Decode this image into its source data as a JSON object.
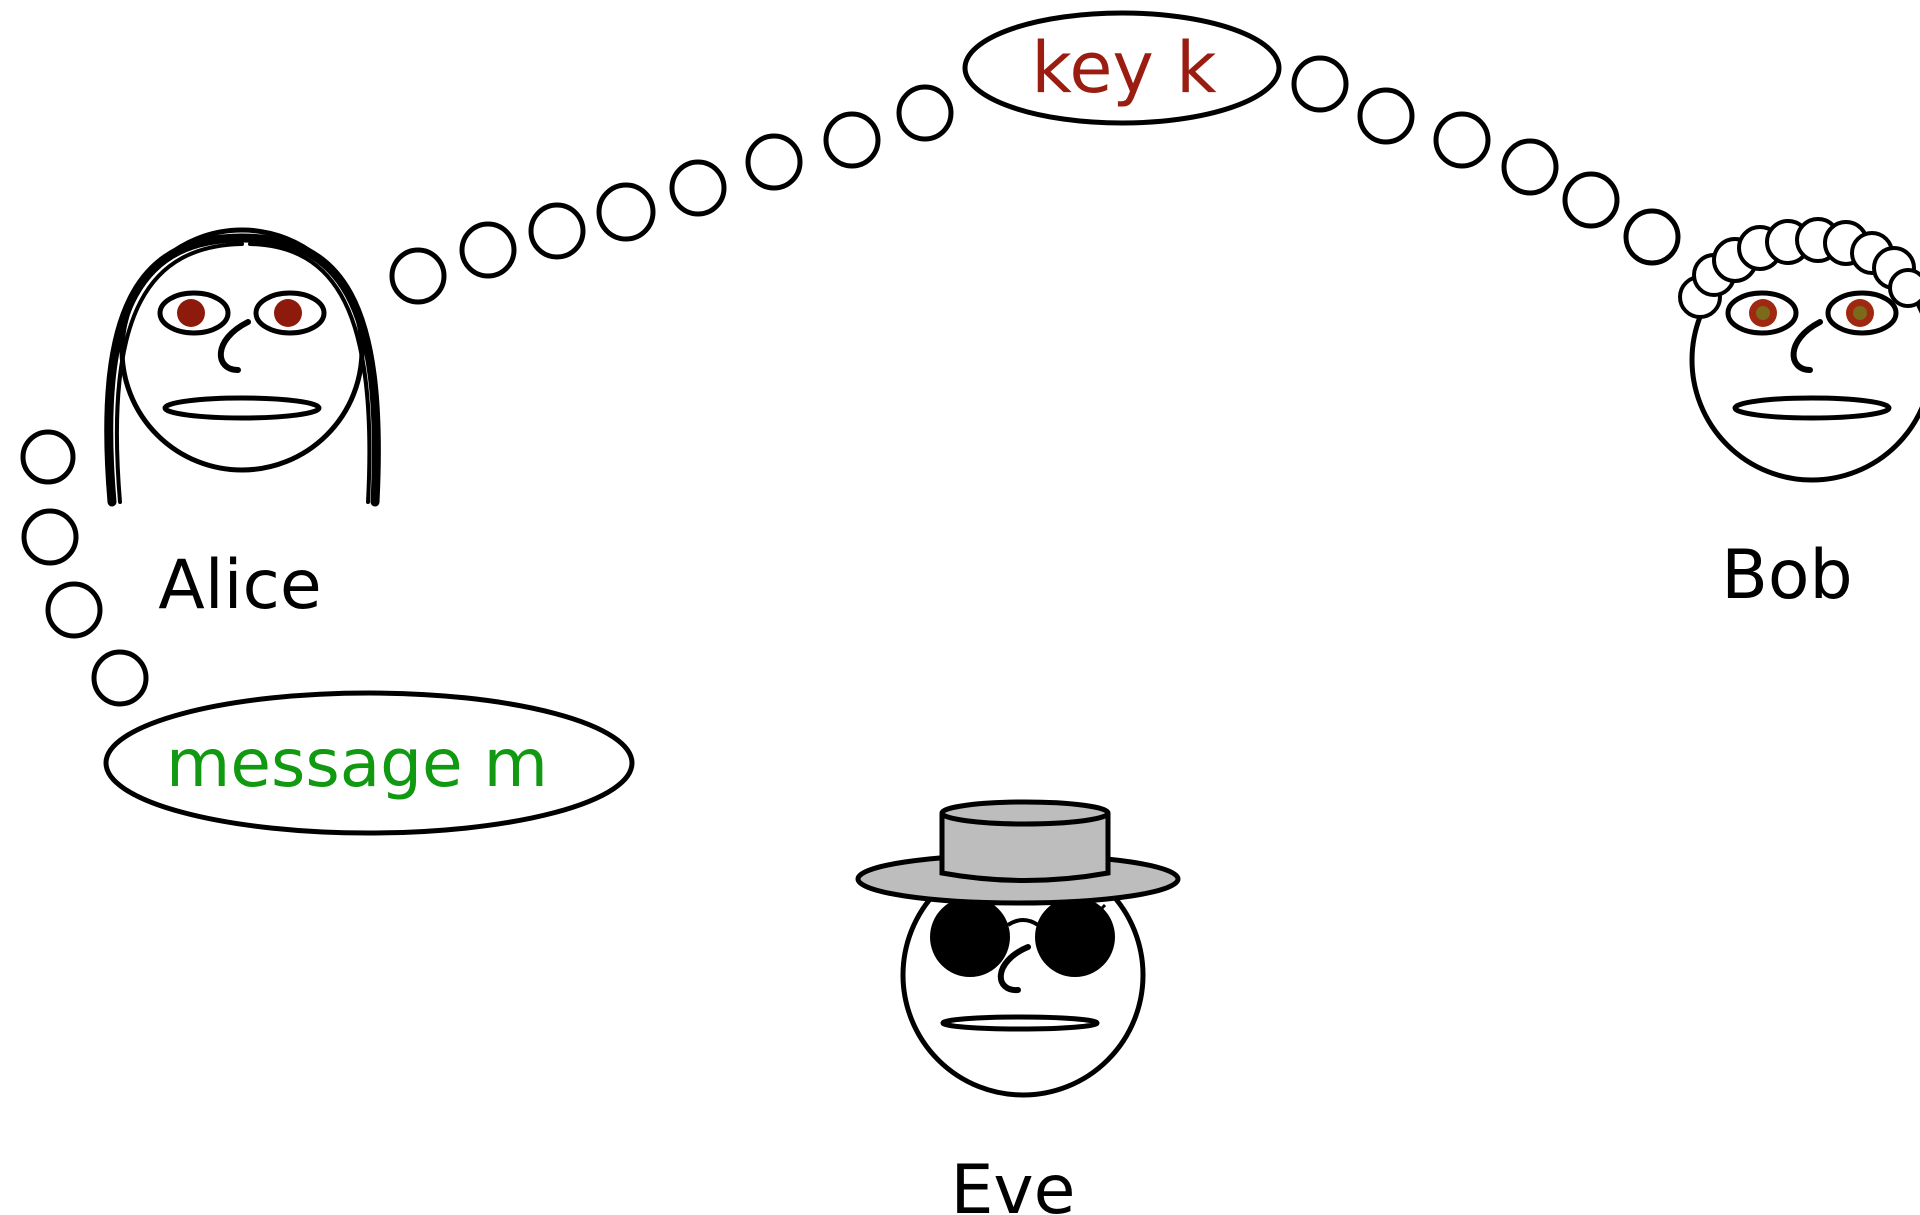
{
  "characters": {
    "alice": {
      "name": "Alice"
    },
    "bob": {
      "name": "Bob"
    },
    "eve": {
      "name": "Eve"
    }
  },
  "thoughts": {
    "key": {
      "text": "key k"
    },
    "message": {
      "text": "message m"
    }
  },
  "colors": {
    "key_text": "#9b1c10",
    "message_text": "#119911",
    "alice_eyes": "#8e1a0c",
    "bob_eyes": "#a02810",
    "bob_eye_inner": "#7a6a1a",
    "eve_hat": "#bdbdbd",
    "stroke": "#000000"
  }
}
